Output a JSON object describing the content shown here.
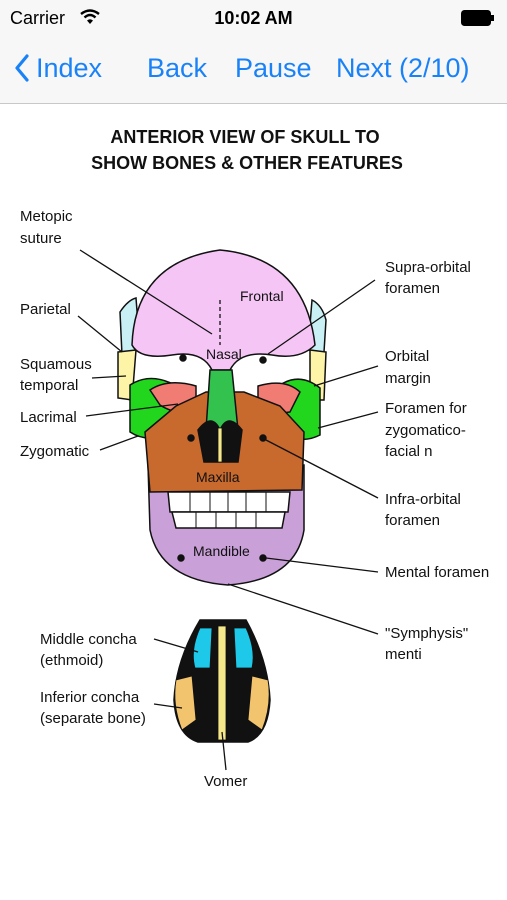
{
  "status_bar": {
    "carrier": "Carrier",
    "time": "10:02 AM",
    "wifi_icon": "wifi-icon",
    "battery_icon": "battery-icon"
  },
  "nav": {
    "index_label": "Index",
    "back_label": "Back",
    "pause_label": "Pause",
    "next_label": "Next (2/10)",
    "accent": "#1a82f7"
  },
  "diagram": {
    "title_line1": "ANTERIOR VIEW OF SKULL TO",
    "title_line2": "SHOW BONES & OTHER FEATURES",
    "bones": {
      "frontal": "Frontal",
      "nasal": "Nasal",
      "maxilla": "Maxilla",
      "mandible": "Mandible"
    },
    "labels": {
      "metopic_1": "Metopic",
      "metopic_2": "suture",
      "parietal": "Parietal",
      "squamous_1": "Squamous",
      "squamous_2": "temporal",
      "lacrimal": "Lacrimal",
      "zygomatic": "Zygomatic",
      "supraorbital_1": "Supra-orbital",
      "supraorbital_2": "foramen",
      "orbital_1": "Orbital",
      "orbital_2": "margin",
      "zygofacial_1": "Foramen for",
      "zygofacial_2": "zygomatico-",
      "zygofacial_3": "facial n",
      "infraorbital_1": "Infra-orbital",
      "infraorbital_2": "foramen",
      "mental": "Mental foramen",
      "symphysis_1": "\"Symphysis\"",
      "symphysis_2": "menti",
      "middle_concha_1": "Middle concha",
      "middle_concha_2": "(ethmoid)",
      "inferior_concha_1": "Inferior concha",
      "inferior_concha_2": "(separate bone)",
      "vomer": "Vomer"
    },
    "colors": {
      "frontal": "#f5c6f5",
      "nasal": "#33c24d",
      "maxilla": "#c8692e",
      "mandible": "#c9a0d8",
      "zygomatic": "#22d61e",
      "lacrimal": "#f07c74",
      "temporal": "#fdf4a8",
      "parietal": "#c9f0f5",
      "concha_cyan": "#1ec8e8",
      "concha_orange": "#f3c46e"
    }
  }
}
